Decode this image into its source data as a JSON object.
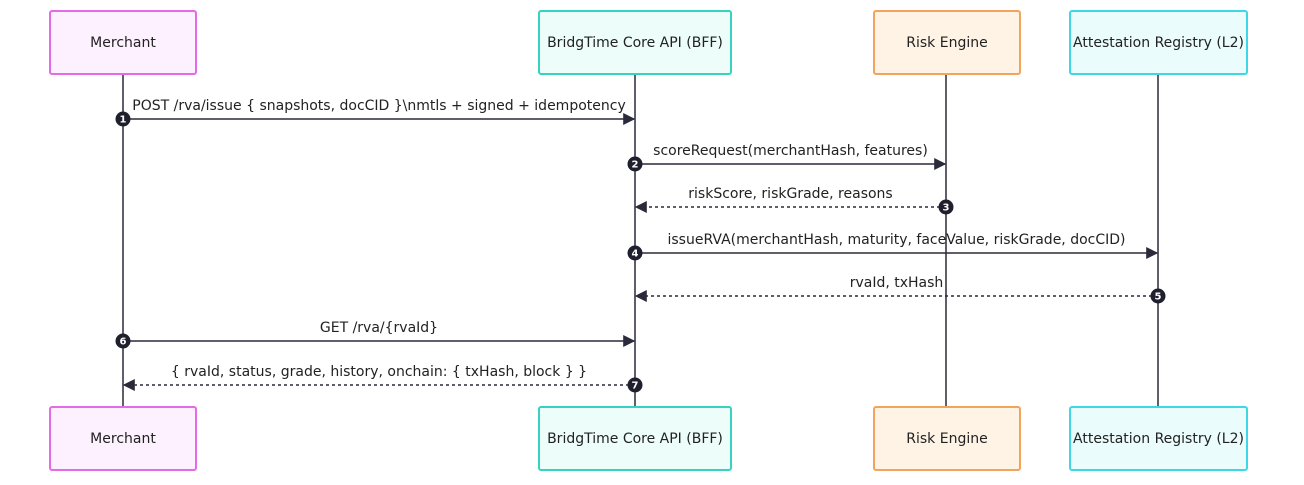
{
  "participants": [
    {
      "id": "merchant",
      "label": "Merchant",
      "fill": "#fdf0ff",
      "stroke": "#e46be8"
    },
    {
      "id": "bff",
      "label": "BridgTime Core API (BFF)",
      "fill": "#edfdfa",
      "stroke": "#36d4c0"
    },
    {
      "id": "risk",
      "label": "Risk Engine",
      "fill": "#fff3e6",
      "stroke": "#f0a45c"
    },
    {
      "id": "registry",
      "label": "Attestation Registry (L2)",
      "fill": "#ebfcfd",
      "stroke": "#3fd6e6"
    }
  ],
  "messages": [
    {
      "num": "1",
      "from": "merchant",
      "to": "bff",
      "label": "POST /rva/issue { snapshots, docCID }\\nmtls + signed + idempotency",
      "dashed": false
    },
    {
      "num": "2",
      "from": "bff",
      "to": "risk",
      "label": "scoreRequest(merchantHash, features)",
      "dashed": false
    },
    {
      "num": "3",
      "from": "risk",
      "to": "bff",
      "label": "riskScore, riskGrade, reasons",
      "dashed": true
    },
    {
      "num": "4",
      "from": "bff",
      "to": "registry",
      "label": "issueRVA(merchantHash, maturity, faceValue, riskGrade, docCID)",
      "dashed": false
    },
    {
      "num": "5",
      "from": "registry",
      "to": "bff",
      "label": "rvaId, txHash",
      "dashed": true
    },
    {
      "num": "6",
      "from": "merchant",
      "to": "bff",
      "label": "GET /rva/{rvaId}",
      "dashed": false
    },
    {
      "num": "7",
      "from": "bff",
      "to": "merchant",
      "label": "{ rvaId, status, grade, history, onchain: { txHash, block } }",
      "dashed": true
    }
  ],
  "colors": {
    "line": "#2a2a3a",
    "badge": "#1f1f2e"
  }
}
